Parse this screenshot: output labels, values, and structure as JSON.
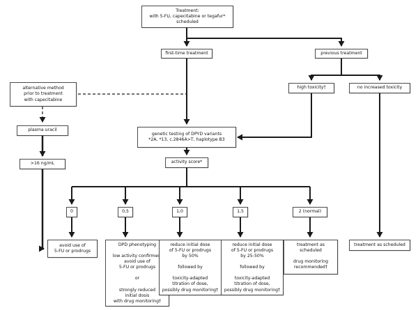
{
  "diagram": {
    "title": "5-FU treatment DPYD testing decision flowchart",
    "colors": {
      "line": "#1a1a1a",
      "box_border": "#4a4a4a",
      "box_fill": "#ffffff",
      "text": "#111111"
    },
    "nodes": {
      "treatment": {
        "text": "Treatment:\nwith 5-FU, capecitabine or tegafur*\nscheduled"
      },
      "first_time": {
        "text": "first-time treatment"
      },
      "previous": {
        "text": "previous treatment"
      },
      "alternative": {
        "text": "alternative method\nprior to treatment\nwith capecitabine"
      },
      "plasma_uracil": {
        "text": "plasma uracil"
      },
      "uracil_threshold": {
        "text": ">16 ng/mL"
      },
      "high_toxicity": {
        "text": "high toxicity†"
      },
      "no_toxicity": {
        "text": "no increased toxicity"
      },
      "genetic_testing": {
        "text": "genetic testing of DPYD variants\n*2A, *13, c.2846A>T, haplotype B3"
      },
      "activity_score": {
        "text": "activity score*"
      },
      "score_0": {
        "text": "0"
      },
      "score_05": {
        "text": "0,5"
      },
      "score_10": {
        "text": "1,0"
      },
      "score_15": {
        "text": "1,5"
      },
      "score_2": {
        "text": "2 (normal)"
      },
      "avoid": {
        "text": "avoid use of\n5-FU or prodrugs"
      },
      "phenotyping": {
        "text": "DPD phenotyping\n\nlow activity confirmed:\navoid use of\n5-FU or prodrugs\n\nor\n\nstrongly reduced\ninitial dosis\nwith drug monitoring†"
      },
      "reduce_50": {
        "text": "reduce initial dose\nof 5-FU or prodrugs\nby 50%\n\nfollowed by\n\ntoxicity-adapted\ntitration of dose,\npossibly drug monitoring†"
      },
      "reduce_25_50": {
        "text": "reduce initial dose\nof 5-FU or prodrugs\nby 25-50%\n\nfollowed by\n\ntoxicity-adapted\ntitration of dose,\npossibly drug monitoring†"
      },
      "scheduled_monitoring": {
        "text": "treatment as scheduled\n\ndrug monitoring\nrecommended†"
      },
      "scheduled": {
        "text": "treatment as scheduled"
      }
    }
  }
}
